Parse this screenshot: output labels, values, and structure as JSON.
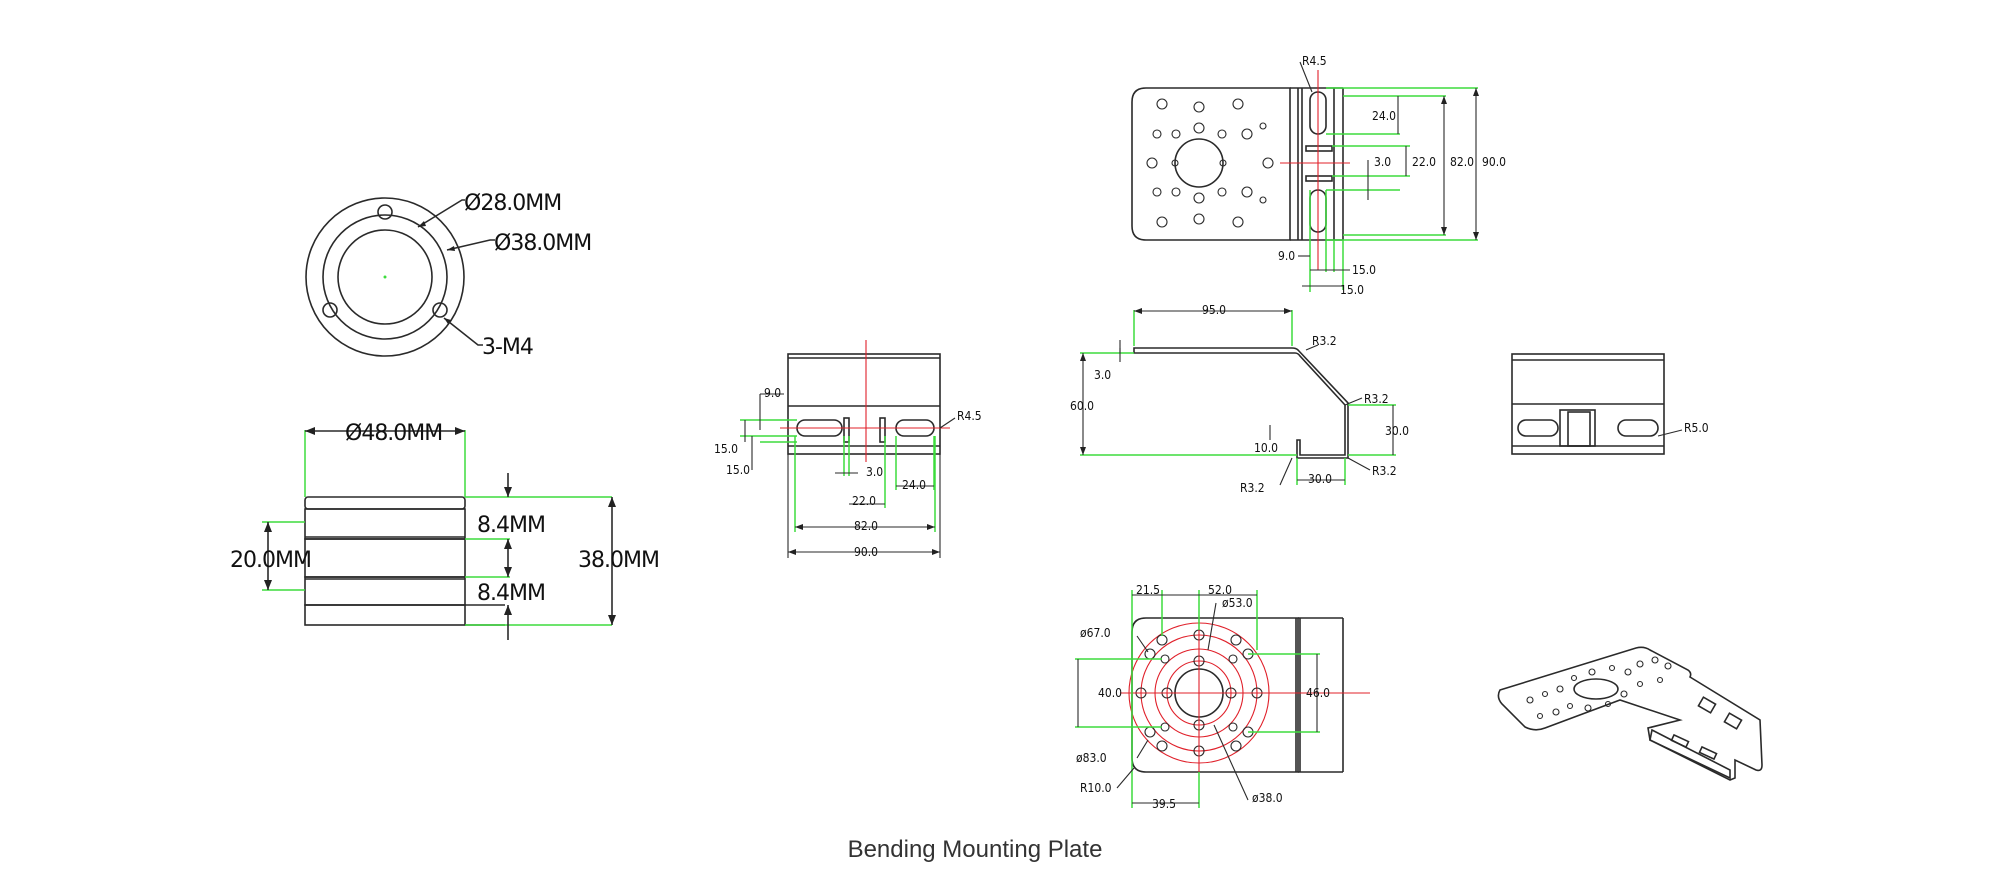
{
  "caption": "Bending Mounting Plate",
  "hub": {
    "d28": "Ø28.0MM",
    "d38": "Ø38.0MM",
    "m4": "3-M4",
    "d48": "Ø48.0MM",
    "h84a": "8.4MM",
    "h84b": "8.4MM",
    "h20": "20.0MM",
    "h38": "38.0MM"
  },
  "front": {
    "d90": "9.0",
    "d15a": "15.0",
    "d15b": "15.0",
    "r45": "R4.5",
    "d30": "3.0",
    "d22": "22.0",
    "d24": "24.0",
    "d82": "82.0",
    "d900": "90.0"
  },
  "top": {
    "r45": "R4.5",
    "d24": "24.0",
    "d30": "3.0",
    "d22": "22.0",
    "d82": "82.0",
    "d90": "90.0",
    "d9": "9.0",
    "d15a": "15.0",
    "d15b": "15.0"
  },
  "side": {
    "d95": "95.0",
    "r32a": "R3.2",
    "d3": "3.0",
    "d60": "60.0",
    "r32b": "R3.2",
    "d30v": "30.0",
    "d10": "10.0",
    "r32c": "R3.2",
    "d30h": "30.0",
    "r32d": "R3.2"
  },
  "end": {
    "r5": "R5.0"
  },
  "bottom": {
    "d215": "21.5",
    "d52": "52.0",
    "d53": "ø53.0",
    "d67": "ø67.0",
    "d40": "40.0",
    "d46": "46.0",
    "d83": "ø83.0",
    "r10": "R10.0",
    "d395": "39.5",
    "d38": "ø38.0"
  }
}
